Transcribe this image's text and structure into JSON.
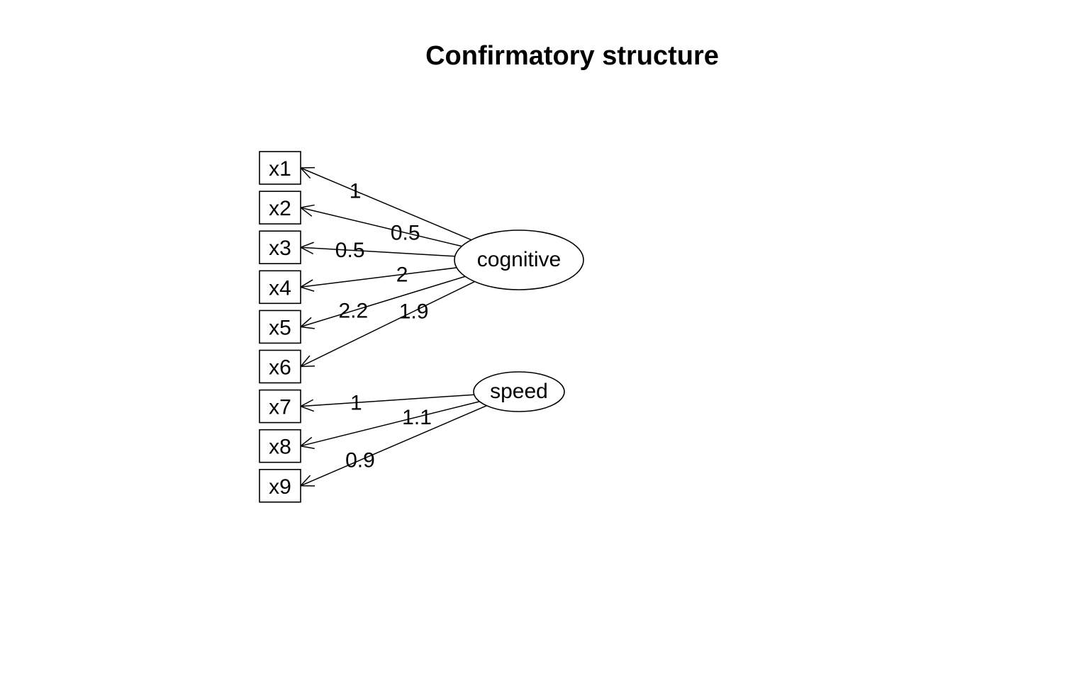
{
  "title": "Confirmatory structure",
  "observed": [
    {
      "id": "x1",
      "label": "x1"
    },
    {
      "id": "x2",
      "label": "x2"
    },
    {
      "id": "x3",
      "label": "x3"
    },
    {
      "id": "x4",
      "label": "x4"
    },
    {
      "id": "x5",
      "label": "x5"
    },
    {
      "id": "x6",
      "label": "x6"
    },
    {
      "id": "x7",
      "label": "x7"
    },
    {
      "id": "x8",
      "label": "x8"
    },
    {
      "id": "x9",
      "label": "x9"
    }
  ],
  "latent": [
    {
      "id": "cognitive",
      "label": "cognitive"
    },
    {
      "id": "speed",
      "label": "speed"
    }
  ],
  "loadings": [
    {
      "from": "cognitive",
      "to": "x1",
      "label": "1"
    },
    {
      "from": "cognitive",
      "to": "x2",
      "label": "0.5"
    },
    {
      "from": "cognitive",
      "to": "x3",
      "label": "0.5"
    },
    {
      "from": "cognitive",
      "to": "x4",
      "label": "2"
    },
    {
      "from": "cognitive",
      "to": "x5",
      "label": "2.2"
    },
    {
      "from": "cognitive",
      "to": "x6",
      "label": "1.9"
    },
    {
      "from": "speed",
      "to": "x7",
      "label": "1"
    },
    {
      "from": "speed",
      "to": "x8",
      "label": "1.1"
    },
    {
      "from": "speed",
      "to": "x9",
      "label": "0.9"
    }
  ]
}
